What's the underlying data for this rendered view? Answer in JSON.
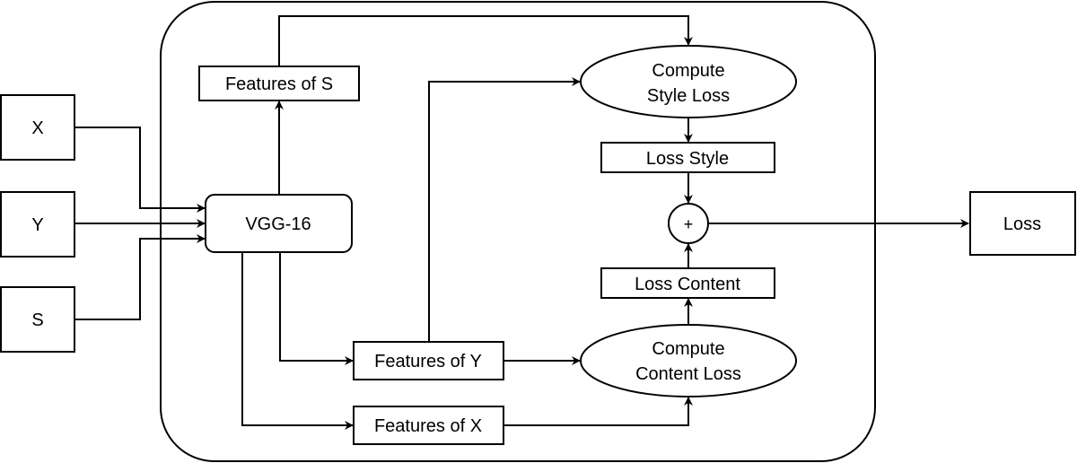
{
  "diagram": {
    "inputs": {
      "x": "X",
      "y": "Y",
      "s": "S"
    },
    "vgg": "VGG-16",
    "features_s": "Features of S",
    "features_y": "Features of Y",
    "features_x": "Features of X",
    "style_loss_op": [
      "Compute",
      "Style Loss"
    ],
    "content_loss_op": [
      "Compute",
      "Content Loss"
    ],
    "loss_style": "Loss Style",
    "loss_content": "Loss Content",
    "sum_op": "+",
    "output": "Loss"
  }
}
